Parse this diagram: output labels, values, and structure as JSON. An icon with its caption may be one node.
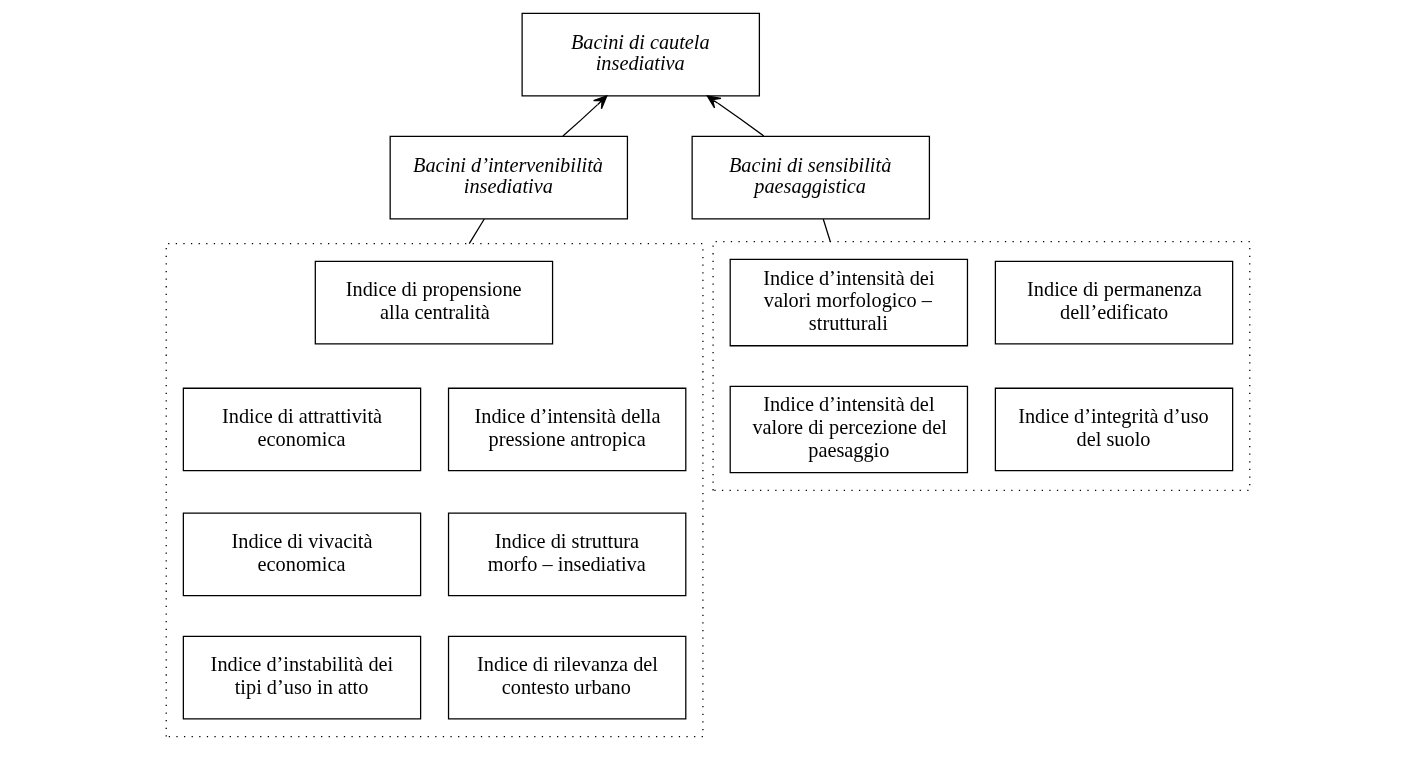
{
  "diagram": {
    "nodes": [
      {
        "text": [
          "Bacini di cautela insediativa"
        ]
      },
      {
        "text": [
          "Bacini d’intervenibilità insediativa"
        ]
      },
      {
        "text": [
          "Bacini di sensibilità paesaggistica"
        ]
      },
      {
        "text": [],
        "shape": "box"
      },
      {
        "text": [
          "Indice di propensione alla centralità"
        ],
        "in": 3
      },
      {
        "text": [
          "Indice di attrattività economica"
        ],
        "in": 3
      },
      {
        "text": [
          "Indice d’intensità della pressione antropica"
        ],
        "in": 3
      },
      {
        "text": [
          "Indice di vivacità economica"
        ],
        "in": 3
      },
      {
        "text": [
          "Indice di struttura morfo – insediativa"
        ],
        "in": 3
      },
      {
        "text": [
          "Indice d’instabilità dei tipi d’uso in atto"
        ],
        "in": 3
      },
      {
        "text": [
          "Indice di rilevanza del contesto urbano"
        ],
        "in": 3
      },
      {
        "text": [],
        "shape": "box"
      },
      {
        "text": [
          "Indice d’intensità dei valori morfologico – strutturali"
        ],
        "in": 11
      },
      {
        "text": [
          "Indice di permanenza dell’edificato"
        ],
        "in": 11
      },
      {
        "text": [
          "Indice d’intensità del valore di percezione del paesaggio"
        ],
        "in": 11
      },
      {
        "text": [
          "Indice d’integrità d’uso del suolo"
        ],
        "in": 11
      }
    ],
    "edges": [
      {
        "from": 1,
        "to": 0,
        "arrow": "to"
      },
      {
        "from": 2,
        "to": 0,
        "arrow": "to"
      },
      {
        "from": 1,
        "to": 3,
        "arrow": "none"
      },
      {
        "from": 2,
        "to": 11,
        "arrow": "none"
      }
    ]
  }
}
